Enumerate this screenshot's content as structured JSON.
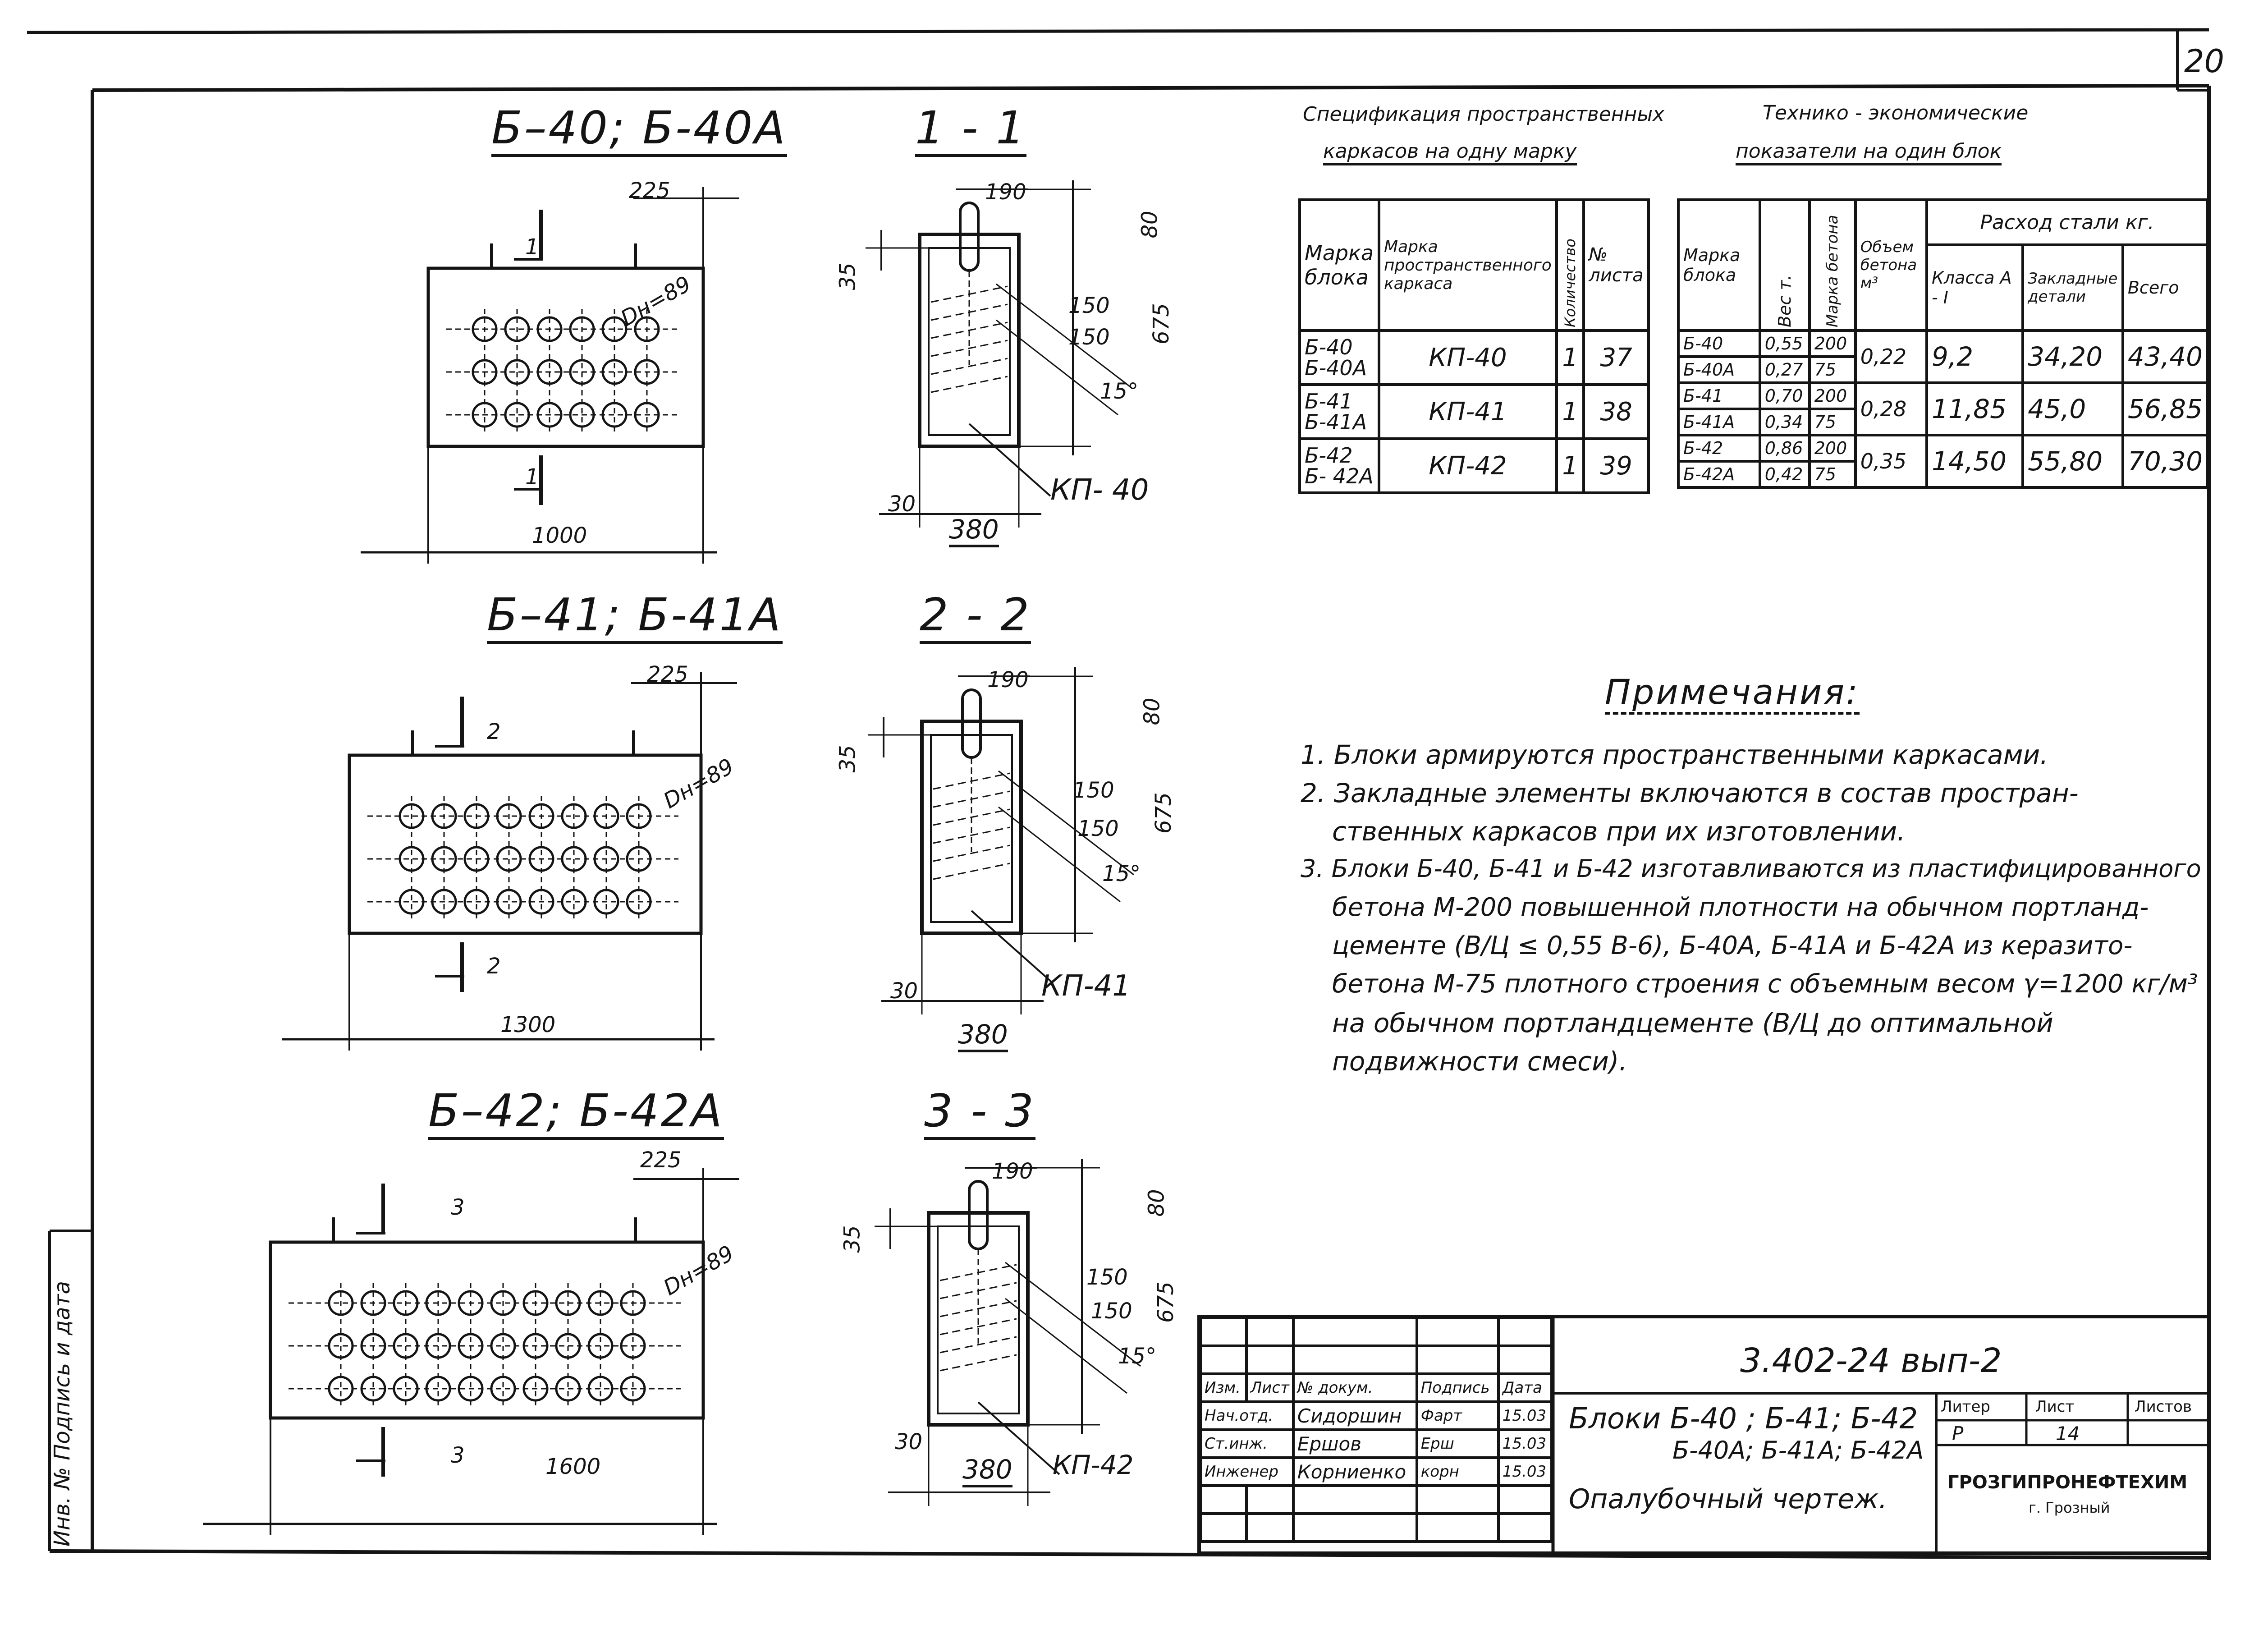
{
  "sheet_number": "20",
  "side_strip": {
    "label": "Инв. №  Подпись и дата"
  },
  "blocks": [
    {
      "title": "Б–40; Б-40А",
      "width": "1000",
      "dim_top": "225",
      "dia": "Dн=89",
      "cut": "1",
      "section_title": "1 - 1",
      "s_width": "380",
      "s_top": "190",
      "s_80": "80",
      "s_35": "35",
      "s_30": "30",
      "s_150a": "150",
      "s_150b": "150",
      "s_15": "15°",
      "s_675": "675",
      "kp": "КП- 40"
    },
    {
      "title": "Б–41; Б-41А",
      "width": "1300",
      "dim_top": "225",
      "dia": "Dн=89",
      "cut": "2",
      "section_title": "2 - 2",
      "s_width": "380",
      "s_top": "190",
      "s_80": "80",
      "s_35": "35",
      "s_30": "30",
      "s_150a": "150",
      "s_150b": "150",
      "s_15": "15°",
      "s_675": "675",
      "kp": "КП-41"
    },
    {
      "title": "Б–42; Б-42А",
      "width": "1600",
      "dim_top": "225",
      "dia": "Dн=89",
      "cut": "3",
      "section_title": "3 - 3",
      "s_width": "380",
      "s_top": "190",
      "s_80": "80",
      "s_35": "35",
      "s_30": "30",
      "s_150a": "150",
      "s_150b": "150",
      "s_15": "15°",
      "s_675": "675",
      "kp": "КП-42"
    }
  ],
  "spec": {
    "title_1": "Спецификация пространственных",
    "title_2": "каркасов на одну марку",
    "headers": [
      "Марка блока",
      "Марка пространственного каркаса",
      "Количество",
      "№ листа"
    ],
    "rows": [
      {
        "mark": "Б-40\nБ-40А",
        "frame": "КП-40",
        "qty": "1",
        "sheet": "37"
      },
      {
        "mark": "Б-41\nБ-41А",
        "frame": "КП-41",
        "qty": "1",
        "sheet": "38"
      },
      {
        "mark": "Б-42\nБ- 42А",
        "frame": "КП-42",
        "qty": "1",
        "sheet": "39"
      }
    ]
  },
  "tech": {
    "title_1": "Технико - экономические",
    "title_2": "показатели на один блок",
    "h_mark": "Марка блока",
    "h_weight": "Вес т.",
    "h_grade": "Марка бетона",
    "h_volume": "Объем бетона м³",
    "h_steel": "Расход стали кг.",
    "h_class": "Класса А - I",
    "h_embedded": "Закладные детали",
    "h_total": "Всего",
    "rows": [
      {
        "mark": "Б-40",
        "weight": "0,55",
        "grade": "200"
      },
      {
        "mark": "Б-40А",
        "weight": "0,27",
        "grade": "75"
      },
      {
        "mark": "Б-41",
        "weight": "0,70",
        "grade": "200"
      },
      {
        "mark": "Б-41А",
        "weight": "0,34",
        "grade": "75"
      },
      {
        "mark": "Б-42",
        "weight": "0,86",
        "grade": "200"
      },
      {
        "mark": "Б-42А",
        "weight": "0,42",
        "grade": "75"
      }
    ],
    "groups": [
      {
        "volume": "0,22",
        "class": "9,2",
        "embedded": "34,20",
        "total": "43,40"
      },
      {
        "volume": "0,28",
        "class": "11,85",
        "embedded": "45,0",
        "total": "56,85"
      },
      {
        "volume": "0,35",
        "class": "14,50",
        "embedded": "55,80",
        "total": "70,30"
      }
    ]
  },
  "notes": {
    "title": "Примечания:",
    "lines": [
      "1. Блоки армируются пространственными каркасами.",
      "2. Закладные элементы включаются в состав простран-",
      "ственных каркасов при их изготовлении.",
      "3. Блоки Б-40, Б-41 и Б-42 изготавливаются из пластифицированного",
      "бетона М-200 повышенной плотности на обычном портланд-",
      "цементе (В/Ц ≤ 0,55 В-6), Б-40А, Б-41А и Б-42А из керазито-",
      "бетона М-75 плотного строения с объемным весом γ=1200 кг/м³",
      "на обычном портландцементе (В/Ц до оптимальной",
      "подвижности смеси)."
    ]
  },
  "stamp": {
    "doc_code": "3.402-24 вып-2",
    "headers": [
      "Изм.",
      "Лист",
      "№ докум.",
      "Подпись",
      "Дата"
    ],
    "rows": [
      {
        "role": "Нач.отд.",
        "name": "Сидоршин",
        "sign": "Фарт",
        "date": "15.03"
      },
      {
        "role": "Ст.инж.",
        "name": "Ершов",
        "sign": "Ерш",
        "date": "15.03"
      },
      {
        "role": "Инженер",
        "name": "Корниенко",
        "sign": "корн",
        "date": "15.03"
      }
    ],
    "title_1": "Блоки Б-40 ; Б-41; Б-42",
    "title_2": "Б-40А; Б-41А; Б-42А",
    "title_3": "Опалубочный чертеж.",
    "lit_h": "Литер",
    "sheet_h": "Лист",
    "sheets_h": "Листов",
    "lit": "Р",
    "sheet": "14",
    "org_1": "ГРОЗГИПРОНЕФТЕХИМ",
    "org_2": "г. Грозный"
  }
}
